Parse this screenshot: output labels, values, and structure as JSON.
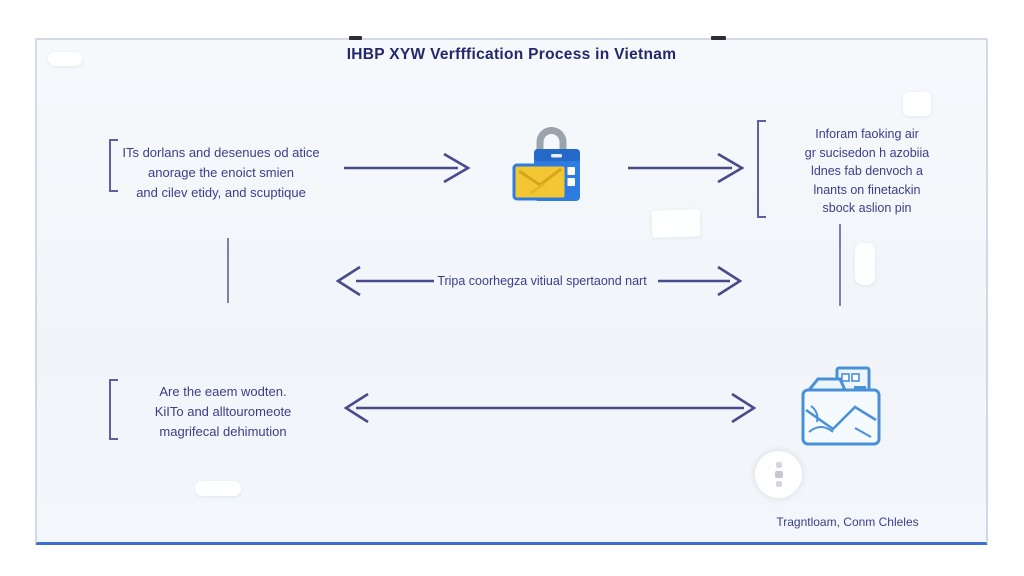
{
  "title": "IHBP XYW Verfffication Process in Vietnam",
  "blocks": {
    "top_left": {
      "lines": [
        "ITs dorlans and desenues od atice",
        "anorage the enoict smien",
        "and cilev etidy, and scuptique"
      ]
    },
    "top_right": {
      "lines": [
        "Inforam faoking air",
        "gr sucisedon h azobiia",
        "ldnes fab denvoch a",
        "lnants on finetackin",
        "sbock aslion pin"
      ]
    },
    "bottom_left": {
      "lines": [
        "Are the eaem wodten.",
        "KiITo and alltouromeote",
        "magrifecal dehimution"
      ]
    }
  },
  "middle_arrow_label": "Tripa coorhegza vitiual spertaond nart",
  "caption": "Tragntloam, Conm Chleles",
  "icons": {
    "lock": "padlock-with-yellow-card-icon",
    "folder": "sketched-folder-document-icon",
    "badge": "faint-circle-dots-badge"
  },
  "colors": {
    "text_navy": "#3b3e88",
    "title_navy": "#24276b",
    "arrow": "#474b8a",
    "frame_bottom_blue": "#3e6ed0",
    "lock_blue": "#2e7ce2",
    "card_yellow": "#f3c633",
    "sketch_blue": "#4a90d9"
  }
}
